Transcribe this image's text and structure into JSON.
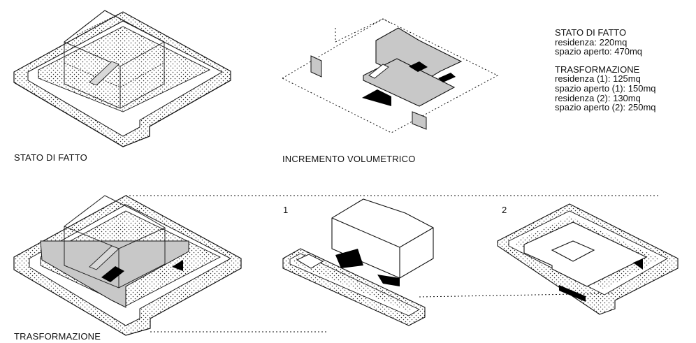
{
  "captions": {
    "stato_di_fatto": "STATO DI FATTO",
    "incremento": "INCREMENTO VOLUMETRICO",
    "trasformazione": "TRASFORMAZIONE"
  },
  "option_numbers": {
    "one": "1",
    "two": "2"
  },
  "legend": {
    "stato": {
      "heading": "STATO DI FATTO",
      "lines": [
        "residenza: 220mq",
        "spazio aperto: 470mq"
      ]
    },
    "trasf": {
      "heading": "TRASFORMAZIONE",
      "lines": [
        "residenza (1): 125mq",
        "spazio aperto (1): 150mq",
        "residenza (2): 130mq",
        "spazio aperto (2): 250mq"
      ]
    }
  },
  "colors": {
    "ink": "#111111",
    "gray_volume": "#c8c8c8",
    "shadow": "#000000",
    "dot": "#333333"
  }
}
